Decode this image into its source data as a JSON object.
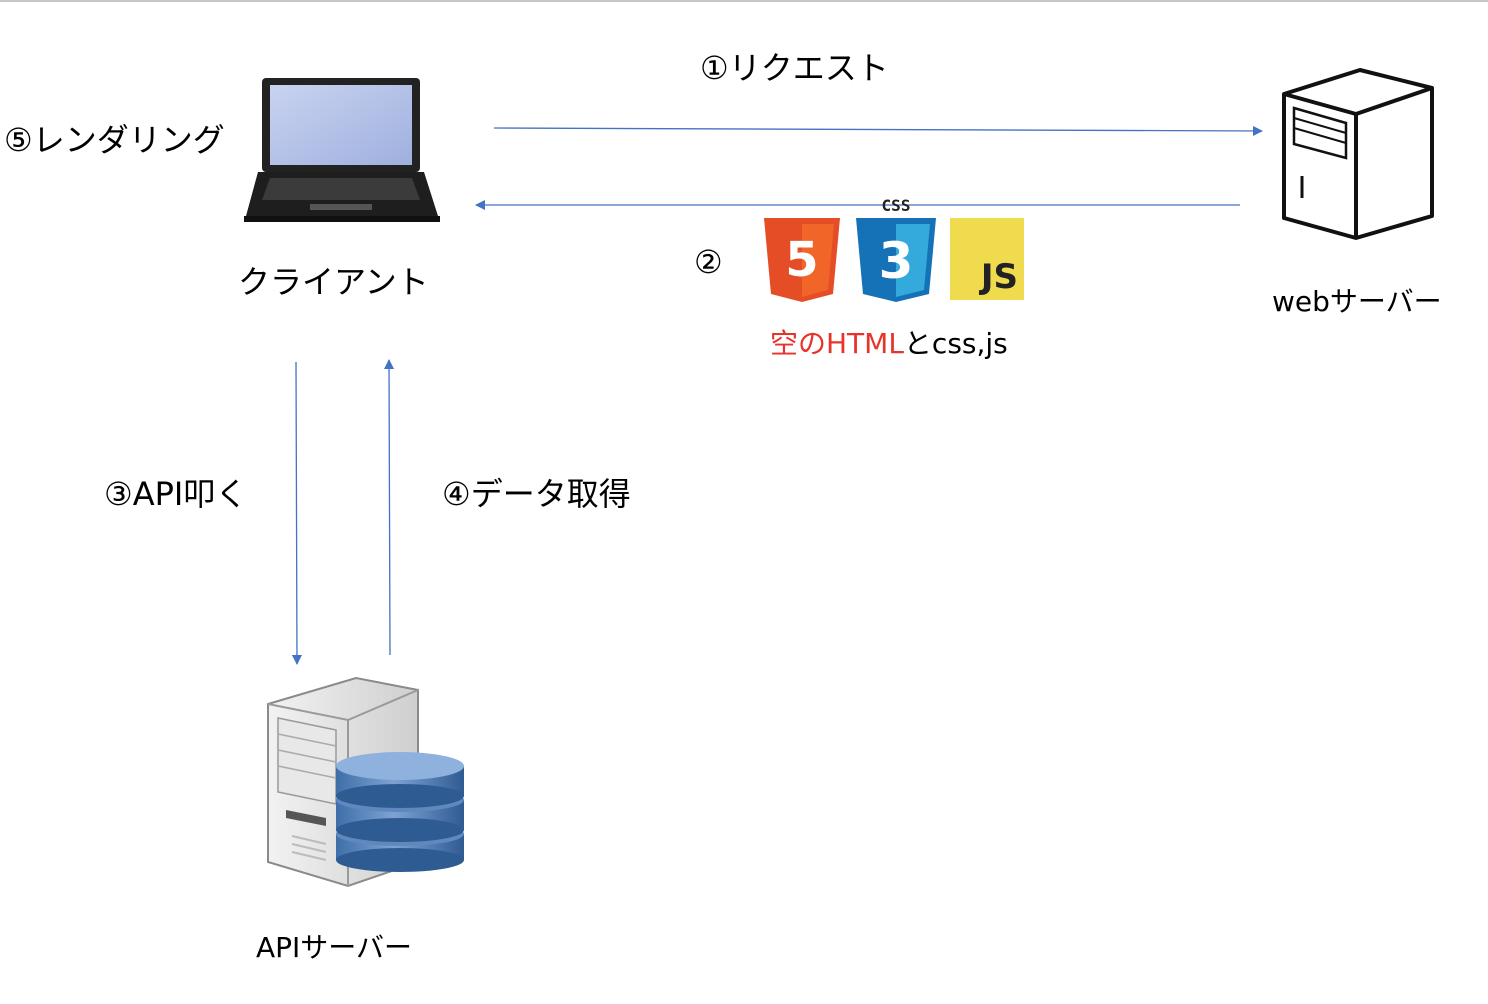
{
  "diagram": {
    "steps": {
      "request": "①リクエスト",
      "response": "②",
      "call_api": "③API叩く",
      "fetch_data": "④データ取得",
      "rendering": "⑤レンダリング"
    },
    "nodes": {
      "client": "クライアント",
      "web_server": "webサーバー",
      "api_server": "APIサーバー"
    },
    "response_caption": {
      "highlight": "空のHTML",
      "rest": "とcss,js"
    },
    "logos": {
      "html5": "5",
      "css3_number": "3",
      "css3_label": "CSS",
      "js": "JS"
    },
    "colors": {
      "arrow": "#4472c4",
      "html5": "#e44d26",
      "css3": "#1572b6",
      "js": "#f0db4f",
      "caption_highlight": "#e8332a"
    },
    "icons": [
      "laptop-icon",
      "web-server-icon",
      "api-server-icon",
      "database-icon"
    ]
  }
}
